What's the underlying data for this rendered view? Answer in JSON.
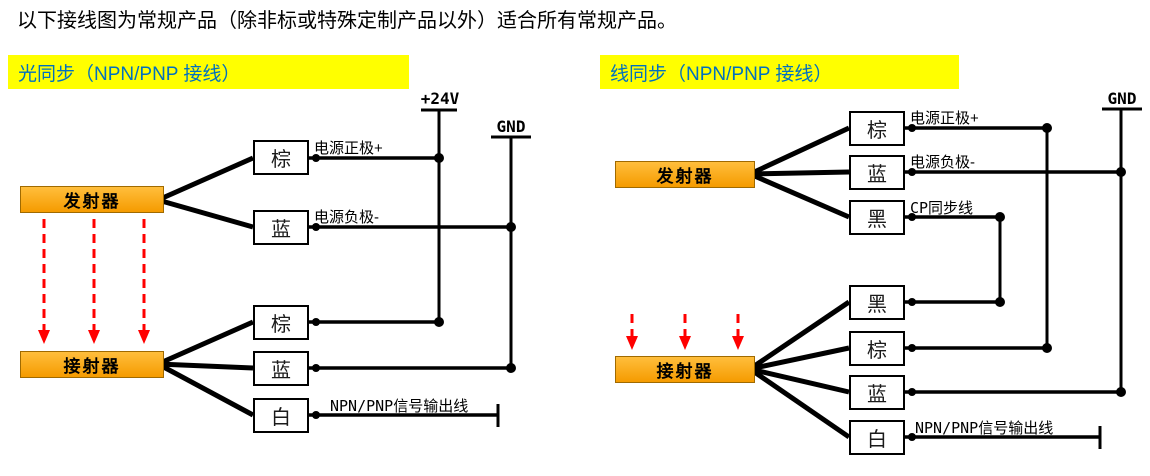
{
  "page": {
    "title": "以下接线图为常规产品（除非标或特殊定制产品以外）适合所有常规产品。"
  },
  "palette": {
    "header_bg": "#FFFF00",
    "header_text": "#0070C0",
    "device_fill": "#F59B00",
    "wire_color": "#000000",
    "sync_arrow_color": "#FF0000"
  },
  "left_panel": {
    "header": "光同步（NPN/PNP 接线）",
    "rails": {
      "positive": "+24V",
      "ground": "GND"
    },
    "transmitter": {
      "label": "发射器"
    },
    "receiver": {
      "label": "接射器"
    },
    "tx_wires": [
      {
        "terminal": "棕",
        "label": "电源正极+"
      },
      {
        "terminal": "蓝",
        "label": "电源负极-"
      }
    ],
    "rx_wires": [
      {
        "terminal": "棕"
      },
      {
        "terminal": "蓝"
      },
      {
        "terminal": "白",
        "label": "NPN/PNP信号输出线"
      }
    ]
  },
  "right_panel": {
    "header": "线同步（NPN/PNP 接线）",
    "rails": {
      "ground": "GND"
    },
    "transmitter": {
      "label": "发射器"
    },
    "receiver": {
      "label": "接射器"
    },
    "tx_wires": [
      {
        "terminal": "棕",
        "label": "电源正极+"
      },
      {
        "terminal": "蓝",
        "label": "电源负极-"
      },
      {
        "terminal": "黑",
        "label": "CP同步线"
      }
    ],
    "rx_wires": [
      {
        "terminal": "黑"
      },
      {
        "terminal": "棕"
      },
      {
        "terminal": "蓝"
      },
      {
        "terminal": "白",
        "label": "NPN/PNP信号输出线"
      }
    ]
  }
}
